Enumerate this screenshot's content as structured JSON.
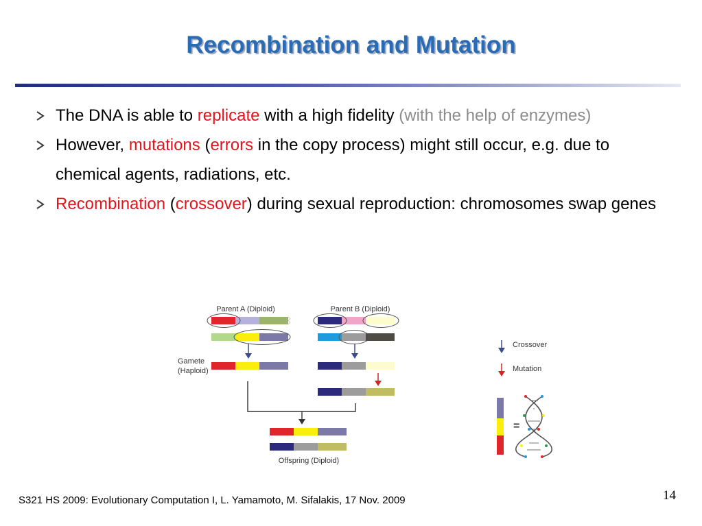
{
  "slide": {
    "title": "Recombination and Mutation",
    "bullets": [
      {
        "segments": [
          {
            "text": "The DNA is able to ",
            "style": "normal"
          },
          {
            "text": "replicate",
            "style": "red"
          },
          {
            "text": " with a high fidelity ",
            "style": "normal"
          },
          {
            "text": "(with the help of enzymes)",
            "style": "grey"
          }
        ]
      },
      {
        "segments": [
          {
            "text": "However, ",
            "style": "normal"
          },
          {
            "text": "mutations",
            "style": "red"
          },
          {
            "text": " (",
            "style": "normal"
          },
          {
            "text": "errors",
            "style": "red"
          },
          {
            "text": " in the copy process) might still occur, e.g. due to chemical agents, radiations, etc.",
            "style": "normal"
          }
        ]
      },
      {
        "segments": [
          {
            "text": "Recombination",
            "style": "red"
          },
          {
            "text": " (",
            "style": "normal"
          },
          {
            "text": "crossover",
            "style": "red"
          },
          {
            "text": ") during sexual reproduction: chromosomes swap genes",
            "style": "normal"
          }
        ]
      }
    ],
    "footer": "S321 HS 2009: Evolutionary Computation I, L. Yamamoto, M. Sifalakis, 17 Nov. 2009",
    "page_number": "14"
  },
  "diagram": {
    "parent_a_label": "Parent A (Diploid)",
    "parent_b_label": "Parent B (Diploid)",
    "gamete_label_line1": "Gamete",
    "gamete_label_line2": "(Haploid)",
    "offspring_label": "Offspring (Diploid)",
    "legend_crossover": "Crossover",
    "legend_mutation": "Mutation",
    "equals_sign": "=",
    "colors": {
      "red": "#e0262a",
      "lavender": "#b4b2dc",
      "olive_green": "#9cb36c",
      "light_green": "#b2d88c",
      "yellow": "#fcee0c",
      "slate_purple": "#7b79a7",
      "navy": "#2c2a7c",
      "pink": "#f0a4c8",
      "cream": "#fcfccc",
      "sky_blue": "#1c9cdc",
      "grey": "#9c9c9c",
      "dark_grey": "#4c4c44",
      "khaki": "#c0bc64",
      "arrow_blue": "#3c4c8c",
      "arrow_red": "#d42424"
    }
  }
}
